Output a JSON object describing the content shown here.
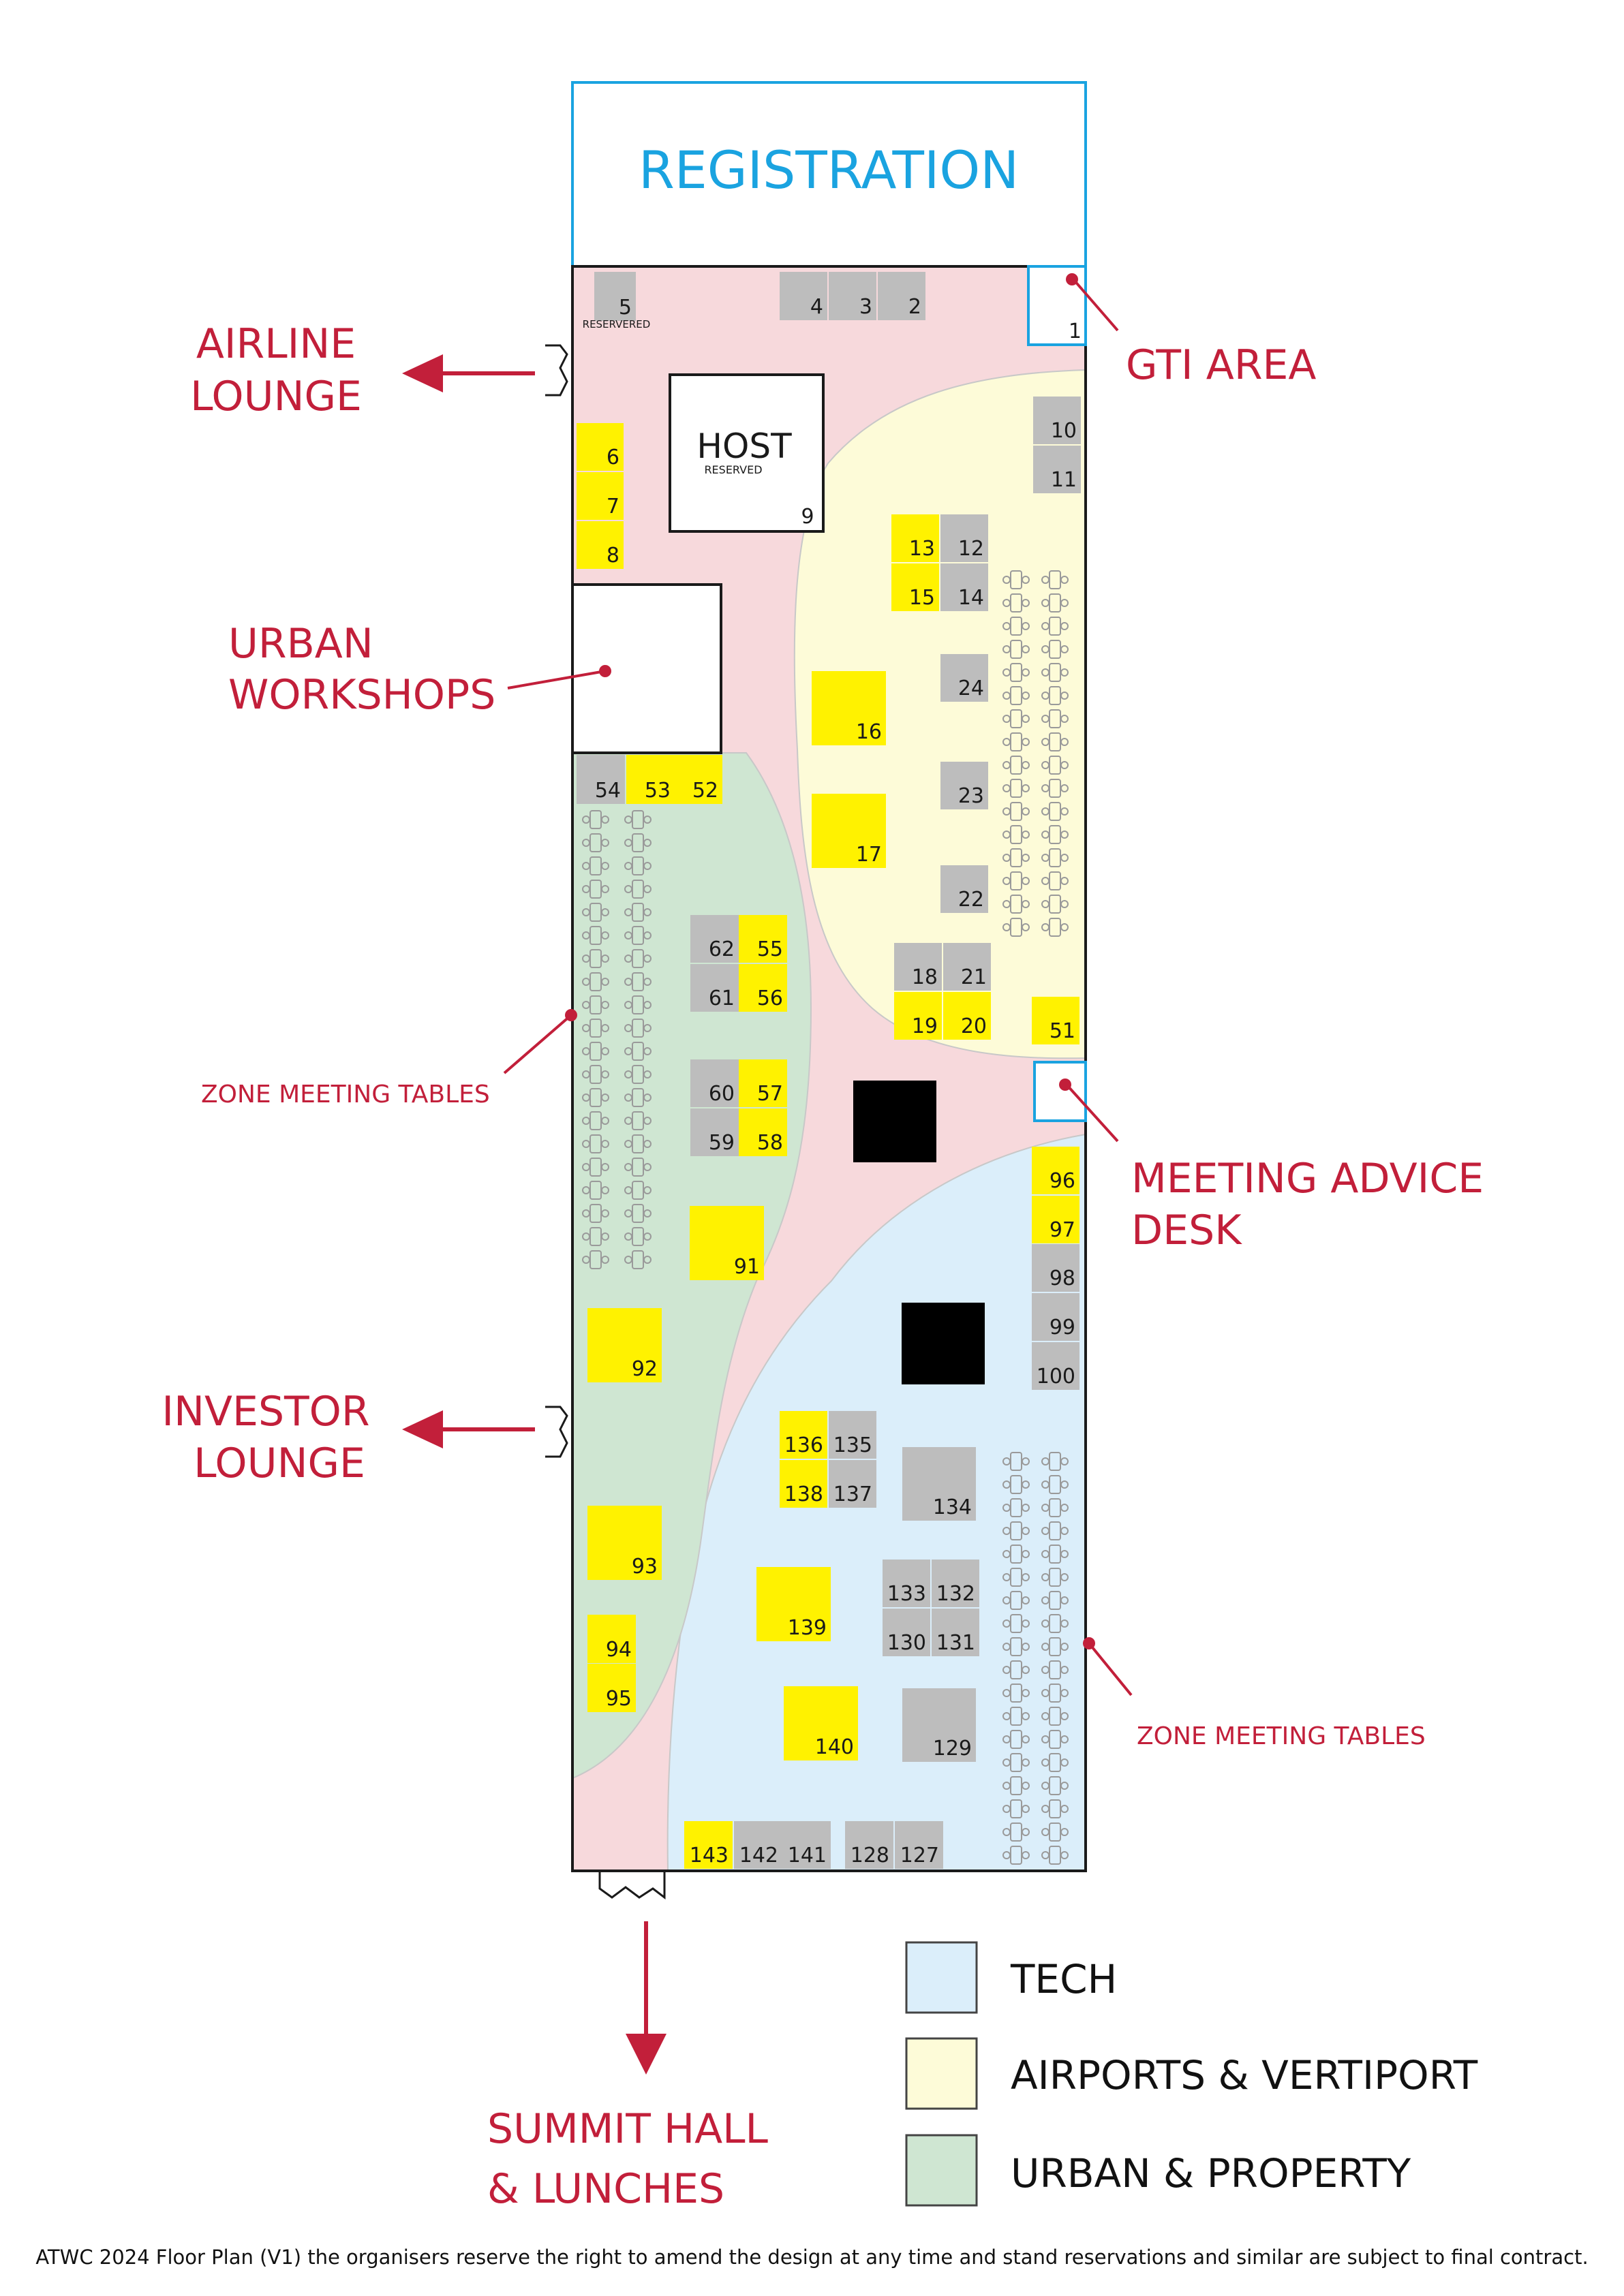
{
  "title": "REGISTRATION",
  "colors": {
    "registration": "#1aa3e0",
    "accent_red": "#c21f3a",
    "hall_pink": "#f7d9dc",
    "tech_blue": "#dbeefa",
    "airports_yellow": "#fdfbd8",
    "urban_green": "#cfe6d2",
    "stand_yellow": "#fff200",
    "stand_grey": "#bdbdbd"
  },
  "areas": {
    "gti": "GTI AREA",
    "airline_lounge": [
      "AIRLINE",
      "LOUNGE"
    ],
    "urban_workshops": [
      "URBAN",
      "WORKSHOPS"
    ],
    "zone_meeting_tables_left": "ZONE MEETING TABLES",
    "meeting_advice_desk": [
      "MEETING ADVICE",
      "DESK"
    ],
    "investor_lounge": [
      "INVESTOR",
      "LOUNGE"
    ],
    "zone_meeting_tables_right": "ZONE MEETING TABLES",
    "summit_hall": [
      "SUMMIT HALL",
      "& LUNCHES"
    ]
  },
  "host": {
    "label": "HOST",
    "sublabel": "RESERVED",
    "number": "9"
  },
  "stand5_sublabel": "RESERVERED",
  "stands": [
    {
      "n": "5",
      "c": "grey"
    },
    {
      "n": "4",
      "c": "grey"
    },
    {
      "n": "3",
      "c": "grey"
    },
    {
      "n": "2",
      "c": "grey"
    },
    {
      "n": "1",
      "c": "white"
    },
    {
      "n": "6",
      "c": "yellow"
    },
    {
      "n": "7",
      "c": "yellow"
    },
    {
      "n": "8",
      "c": "yellow"
    },
    {
      "n": "10",
      "c": "grey"
    },
    {
      "n": "11",
      "c": "grey"
    },
    {
      "n": "13",
      "c": "yellow"
    },
    {
      "n": "12",
      "c": "grey"
    },
    {
      "n": "15",
      "c": "yellow"
    },
    {
      "n": "14",
      "c": "grey"
    },
    {
      "n": "24",
      "c": "grey"
    },
    {
      "n": "16",
      "c": "yellow"
    },
    {
      "n": "23",
      "c": "grey"
    },
    {
      "n": "17",
      "c": "yellow"
    },
    {
      "n": "22",
      "c": "grey"
    },
    {
      "n": "18",
      "c": "grey"
    },
    {
      "n": "21",
      "c": "grey"
    },
    {
      "n": "19",
      "c": "yellow"
    },
    {
      "n": "20",
      "c": "yellow"
    },
    {
      "n": "51",
      "c": "yellow"
    },
    {
      "n": "54",
      "c": "grey"
    },
    {
      "n": "53",
      "c": "yellow"
    },
    {
      "n": "52",
      "c": "yellow"
    },
    {
      "n": "62",
      "c": "grey"
    },
    {
      "n": "55",
      "c": "yellow"
    },
    {
      "n": "61",
      "c": "grey"
    },
    {
      "n": "56",
      "c": "yellow"
    },
    {
      "n": "60",
      "c": "grey"
    },
    {
      "n": "57",
      "c": "yellow"
    },
    {
      "n": "59",
      "c": "grey"
    },
    {
      "n": "58",
      "c": "yellow"
    },
    {
      "n": "91",
      "c": "yellow"
    },
    {
      "n": "92",
      "c": "yellow"
    },
    {
      "n": "93",
      "c": "yellow"
    },
    {
      "n": "94",
      "c": "yellow"
    },
    {
      "n": "95",
      "c": "yellow"
    },
    {
      "n": "96",
      "c": "yellow"
    },
    {
      "n": "97",
      "c": "yellow"
    },
    {
      "n": "98",
      "c": "grey"
    },
    {
      "n": "99",
      "c": "grey"
    },
    {
      "n": "100",
      "c": "grey"
    },
    {
      "n": "136",
      "c": "yellow"
    },
    {
      "n": "135",
      "c": "grey"
    },
    {
      "n": "138",
      "c": "yellow"
    },
    {
      "n": "137",
      "c": "grey"
    },
    {
      "n": "134",
      "c": "grey"
    },
    {
      "n": "139",
      "c": "yellow"
    },
    {
      "n": "133",
      "c": "grey"
    },
    {
      "n": "132",
      "c": "grey"
    },
    {
      "n": "130",
      "c": "grey"
    },
    {
      "n": "131",
      "c": "grey"
    },
    {
      "n": "140",
      "c": "yellow"
    },
    {
      "n": "129",
      "c": "grey"
    },
    {
      "n": "143",
      "c": "yellow"
    },
    {
      "n": "142",
      "c": "grey"
    },
    {
      "n": "141",
      "c": "grey"
    },
    {
      "n": "128",
      "c": "grey"
    },
    {
      "n": "127",
      "c": "grey"
    }
  ],
  "legend": [
    {
      "label": "TECH",
      "color": "#dbeefa"
    },
    {
      "label": "AIRPORTS & VERTIPORT",
      "color": "#fdfbd8"
    },
    {
      "label": "URBAN & PROPERTY",
      "color": "#cfe6d2"
    }
  ],
  "footnote": "ATWC 2024 Floor Plan (V1) the organisers reserve the right to amend the design at any time and stand  reservations and similar are subject to final contract."
}
